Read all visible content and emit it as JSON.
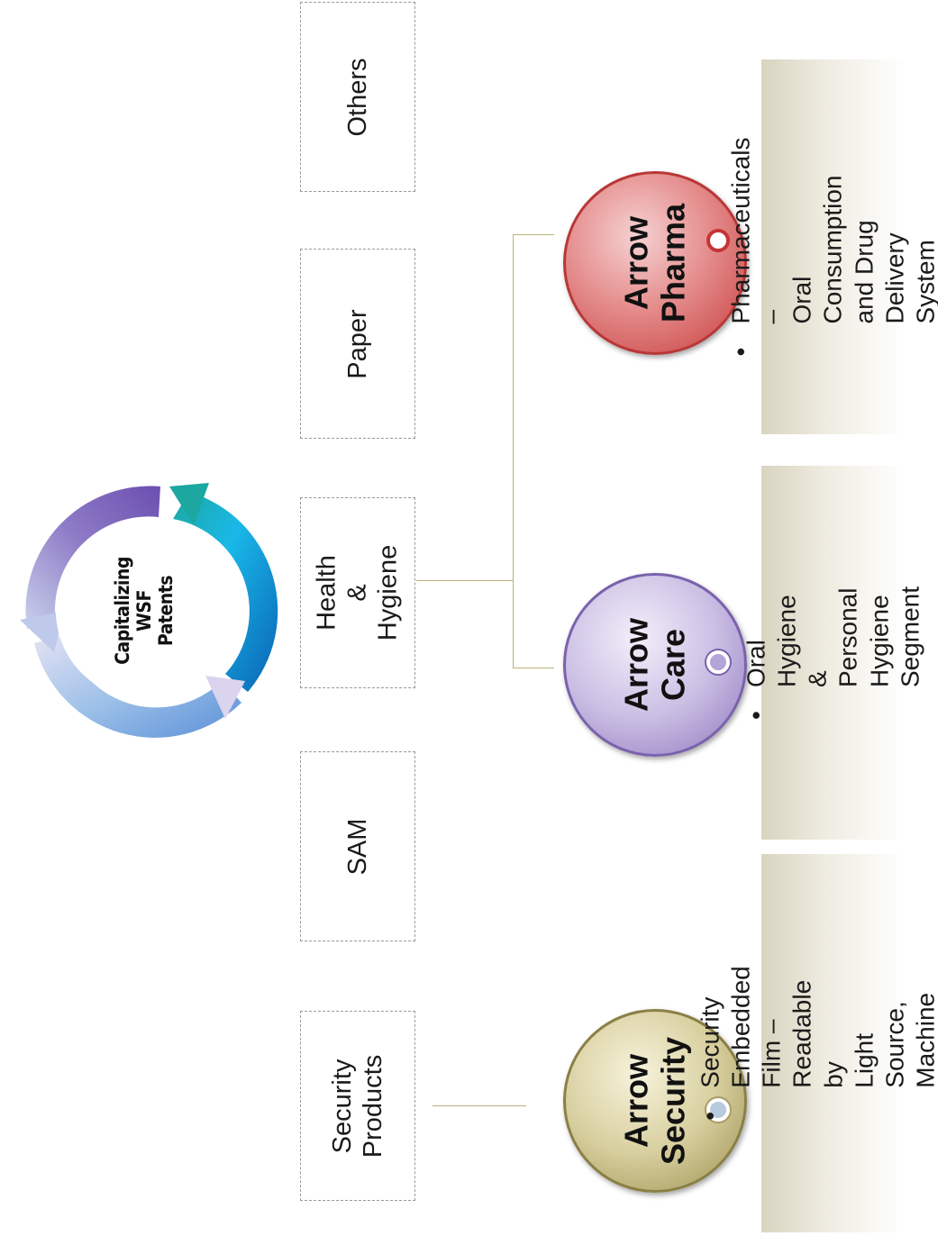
{
  "center": {
    "title": "Capitalizing\nWSF\nPatents"
  },
  "categories": [
    {
      "label": "Security\nProducts"
    },
    {
      "label": "SAM"
    },
    {
      "label": "Health &\nHygiene"
    },
    {
      "label": "Paper"
    },
    {
      "label": "Others"
    }
  ],
  "brands": [
    {
      "name": "Arrow\nSecurity",
      "description": "Security Embedded\nFilm – Readable by\nLight Source,\nMachine etc"
    },
    {
      "name": "Arrow\nCare",
      "description": "Oral Hygiene &\nPersonal Hygiene\nSegment"
    },
    {
      "name": "Arrow\nPharma",
      "description": "Pharmaceuticals –\nOral Consumption\nand  Drug Delivery\nSystem"
    }
  ],
  "bullet_glyph": "•",
  "colors": {
    "security": "#c7bf8c",
    "care": "#b9a9d6",
    "pharma": "#d65e5e",
    "connector": "#b9b27a"
  }
}
